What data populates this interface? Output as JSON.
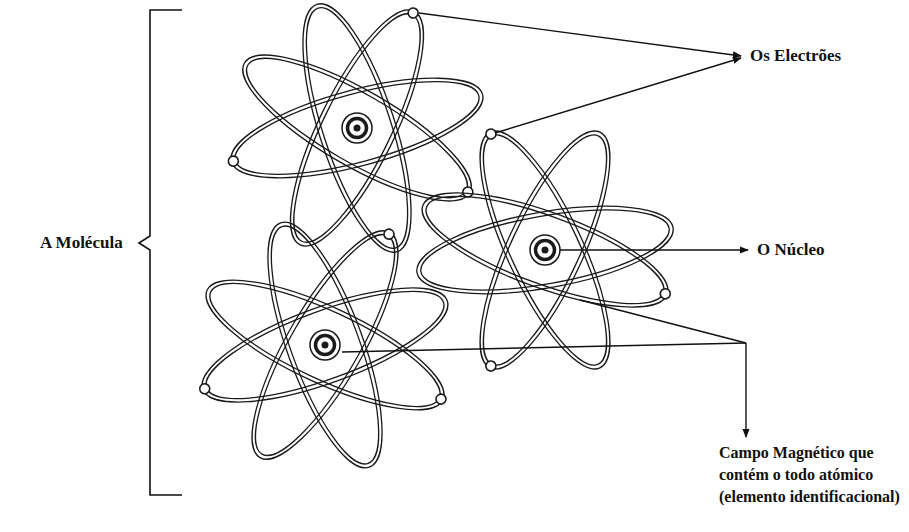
{
  "diagram": {
    "labels": [
      "A Molécula",
      "Os Electrões",
      "O Núcleo",
      "Campo Magnético que contém o todo atómico (elemento identificacional)"
    ]
  }
}
